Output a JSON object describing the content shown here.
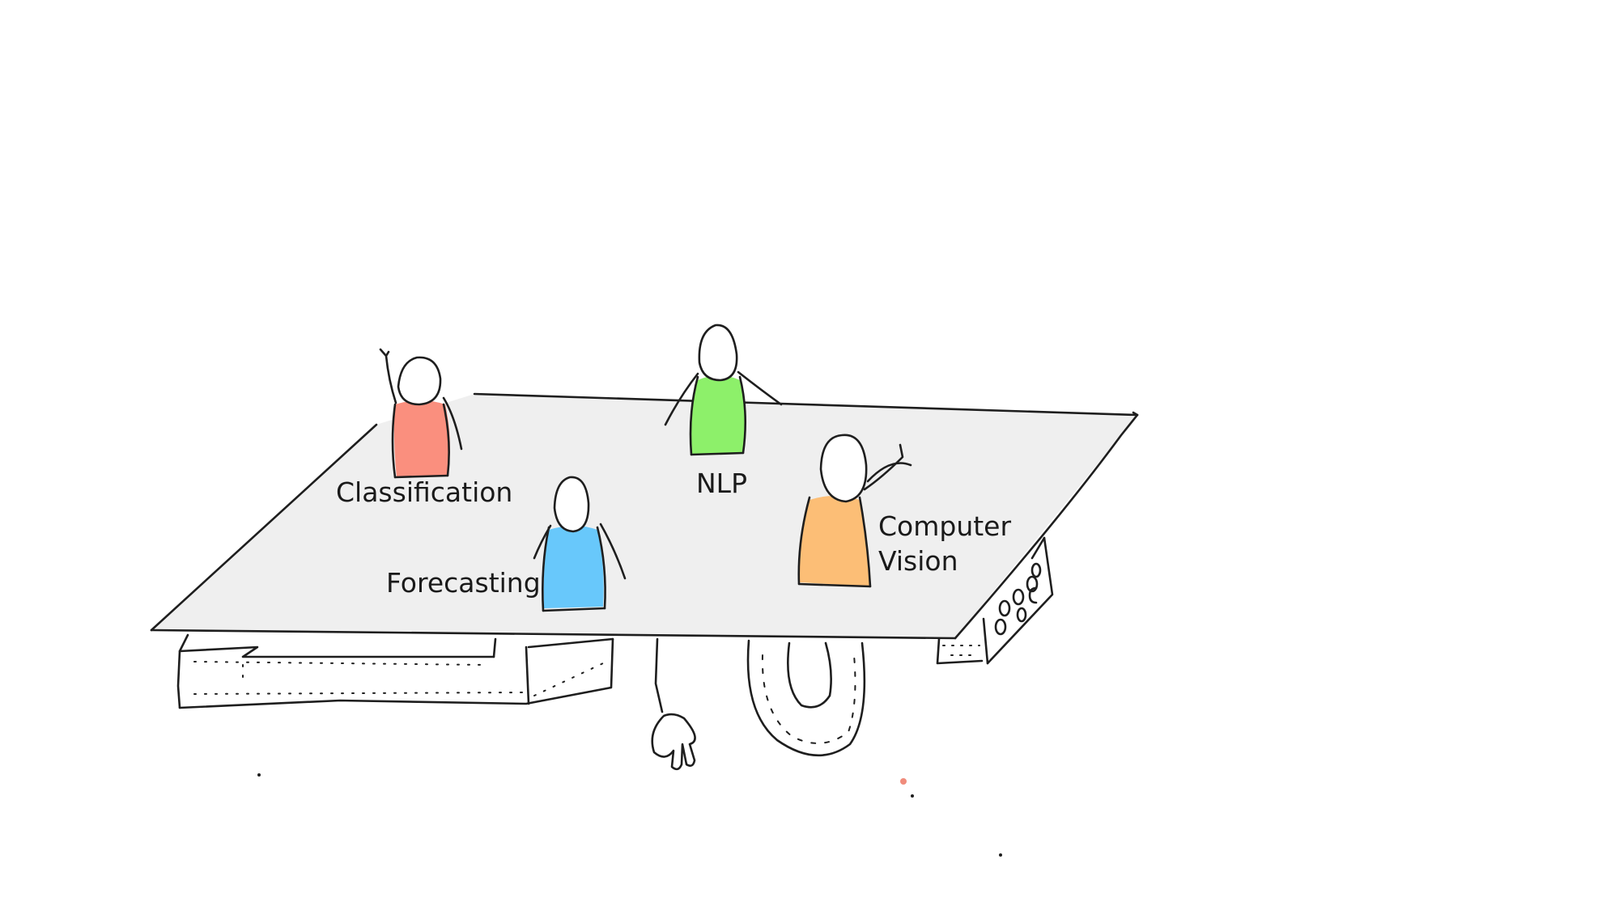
{
  "labels": {
    "classification": "Classification",
    "forecasting": "Forecasting",
    "nlp": "NLP",
    "computer_vision_line1": "Computer",
    "computer_vision_line2": "Vision"
  },
  "colors": {
    "classification": "#fa8f7e",
    "nlp": "#8df06a",
    "forecasting": "#68c8fb",
    "computer_vision": "#fcbe76",
    "table_top": "#efefef",
    "ink": "#1e1e1e"
  }
}
